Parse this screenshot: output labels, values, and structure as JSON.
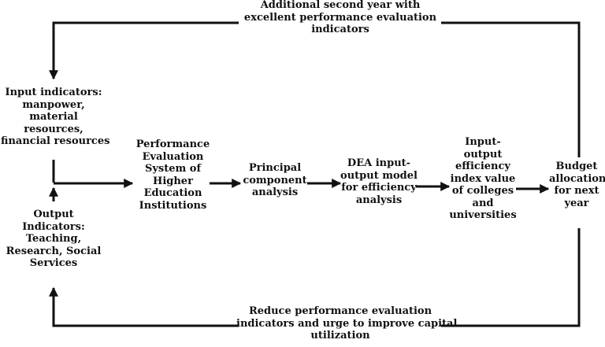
{
  "top_feedback": {
    "lines": [
      "Additional second year with",
      "excellent performance evaluation",
      "indicators"
    ]
  },
  "bottom_feedback": {
    "lines": [
      "Reduce performance evaluation",
      "indicators and urge to improve capital",
      "utilization"
    ]
  },
  "input_indicators": {
    "lines": [
      "Input indicators:",
      "manpower,",
      "material",
      "resources,",
      "financial resources"
    ]
  },
  "output_indicators": {
    "lines": [
      "Output",
      "Indicators:",
      "Teaching,",
      "Research, Social",
      "Services"
    ]
  },
  "performance_system": {
    "lines": [
      "Performance",
      "Evaluation",
      "System of",
      "Higher",
      "Education",
      "Institutions"
    ]
  },
  "pca": {
    "lines": [
      "Principal",
      "component",
      "analysis"
    ]
  },
  "dea": {
    "lines": [
      "DEA input-",
      "output model",
      "for efficiency",
      "analysis"
    ]
  },
  "efficiency_index": {
    "lines": [
      "Input-",
      "output",
      "efficiency",
      "index value",
      "of colleges",
      "and",
      "universities"
    ]
  },
  "budget": {
    "lines": [
      "Budget",
      "allocation",
      "for next",
      "year"
    ]
  }
}
